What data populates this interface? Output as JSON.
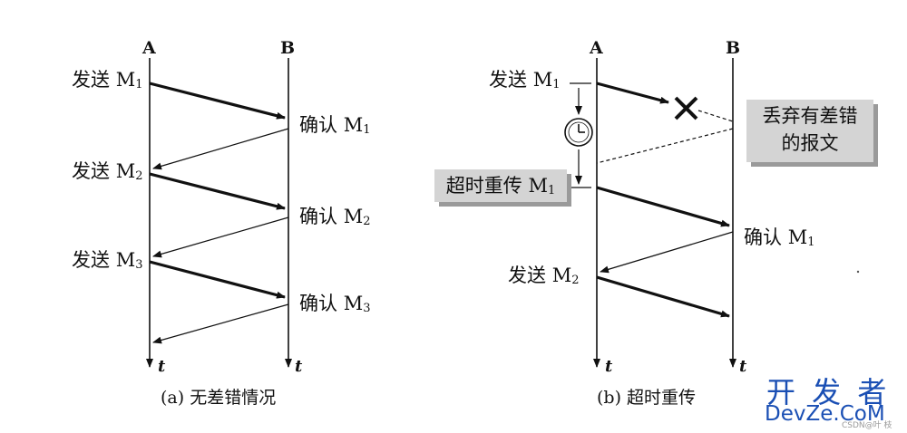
{
  "panel_a": {
    "sender_label": "A",
    "receiver_label": "B",
    "time_label": "t",
    "send_word": "发送",
    "confirm_word": "确认",
    "msg_symbol": "M",
    "subscripts": [
      "1",
      "2",
      "3"
    ],
    "caption": "(a) 无差错情况"
  },
  "panel_b": {
    "sender_label": "A",
    "receiver_label": "B",
    "time_label": "t",
    "send_word": "发送",
    "confirm_word": "确认",
    "retransmit_word": "超时重传",
    "msg_symbol": "M",
    "sub_1": "1",
    "sub_2": "2",
    "discard_line1": "丢弃有差错",
    "discard_line2": "的报文",
    "caption": "(b) 超时重传"
  },
  "watermark": {
    "line1": "开 发 者",
    "line2": "DevZe.CoM",
    "small": "CSDN@叶  枝"
  }
}
